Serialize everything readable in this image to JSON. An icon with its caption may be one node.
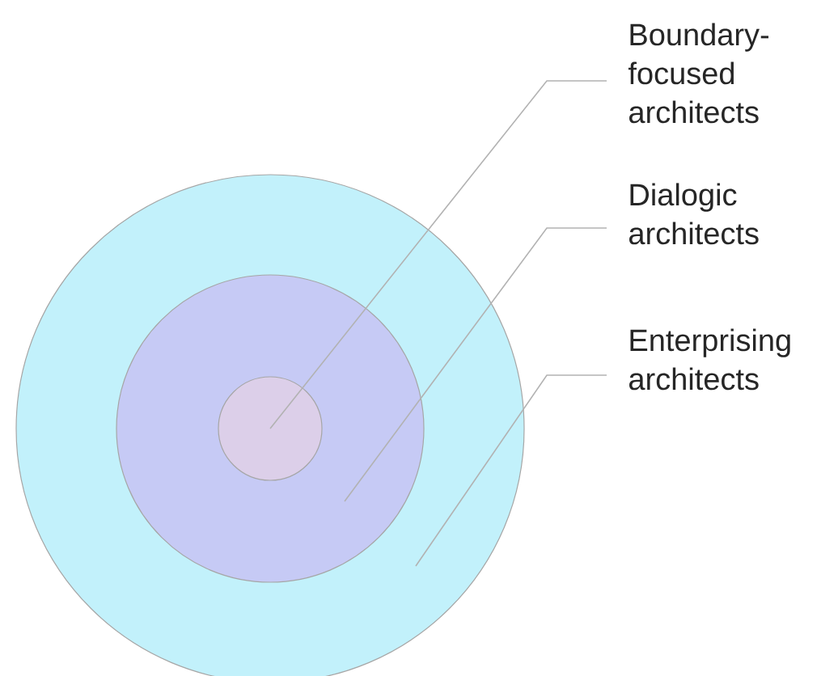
{
  "diagram": {
    "nodes": [
      {
        "text": [],
        "shape": "circle"
      },
      {
        "text": [],
        "shape": "circle",
        "in": 0
      },
      {
        "text": [],
        "shape": "circle",
        "in": 1
      },
      {
        "text": [
          "Boundary- focused architects"
        ]
      },
      {
        "text": [
          "Dialogic architects"
        ]
      },
      {
        "text": [
          "Enterprising architects"
        ]
      }
    ],
    "edges": [
      {
        "from": 3,
        "to": 2,
        "arrow": "none"
      },
      {
        "from": 4,
        "to": 1,
        "arrow": "none"
      },
      {
        "from": 5,
        "to": 0,
        "arrow": "none"
      }
    ]
  }
}
